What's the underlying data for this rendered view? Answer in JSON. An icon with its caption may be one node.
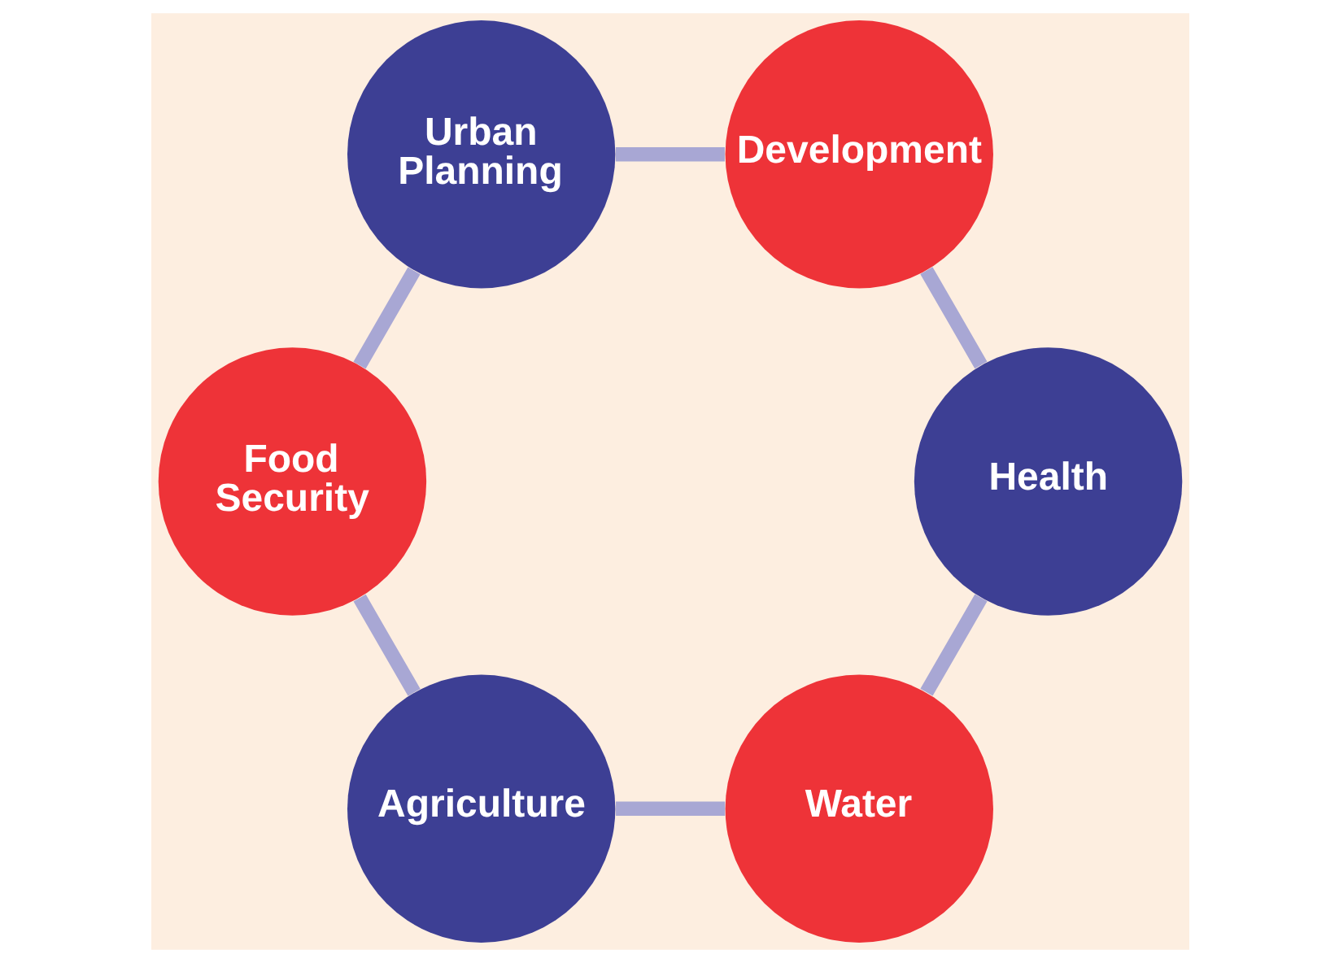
{
  "diagram": {
    "nodes": [
      {
        "text": [
          "Water"
        ]
      },
      {
        "text": [
          "Agriculture"
        ]
      },
      {
        "text": [
          "Food Security"
        ]
      },
      {
        "text": [
          "Urban Planning"
        ]
      },
      {
        "text": [
          "Development"
        ]
      },
      {
        "text": [
          "Health"
        ]
      }
    ],
    "edges": [
      {
        "from": 0,
        "to": 1,
        "arrow": "none"
      },
      {
        "from": 1,
        "to": 2,
        "arrow": "none"
      },
      {
        "from": 2,
        "to": 3,
        "arrow": "none"
      },
      {
        "from": 3,
        "to": 4,
        "arrow": "none"
      },
      {
        "from": 4,
        "to": 5,
        "arrow": "none"
      },
      {
        "from": 5,
        "to": 0,
        "arrow": "none"
      }
    ]
  }
}
